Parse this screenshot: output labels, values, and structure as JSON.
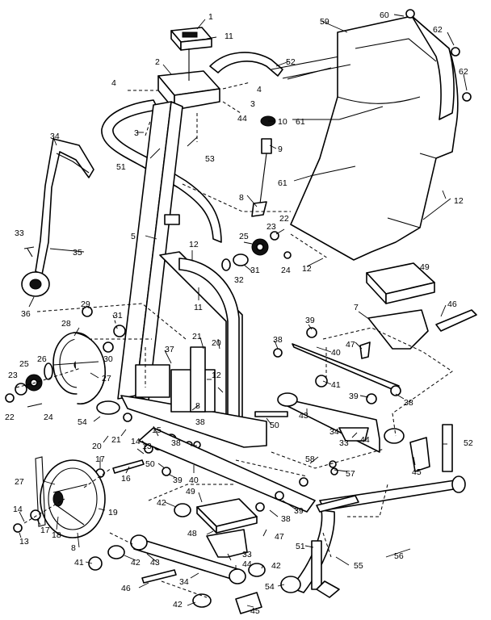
{
  "callouts": [
    "1",
    "2",
    "3",
    "3",
    "4",
    "4",
    "4",
    "4",
    "5",
    "7",
    "8",
    "8",
    "8",
    "9",
    "10",
    "11",
    "11",
    "12",
    "12",
    "12",
    "12",
    "13",
    "13",
    "14",
    "14",
    "15",
    "16",
    "17",
    "17",
    "18",
    "19",
    "20",
    "20",
    "21",
    "21",
    "22",
    "22",
    "23",
    "23",
    "24",
    "24",
    "25",
    "25",
    "26",
    "27",
    "27",
    "28",
    "29",
    "30",
    "31",
    "31",
    "32",
    "33",
    "33",
    "33",
    "34",
    "34",
    "34",
    "35",
    "36",
    "37",
    "38",
    "38",
    "38",
    "38",
    "38",
    "39",
    "39",
    "39",
    "39",
    "40",
    "40",
    "41",
    "41",
    "42",
    "42",
    "42",
    "42",
    "43",
    "43",
    "44",
    "44",
    "45",
    "45",
    "46",
    "46",
    "47",
    "47",
    "48",
    "49",
    "49",
    "50",
    "50",
    "51",
    "51",
    "52",
    "52",
    "53",
    "54",
    "54",
    "55",
    "56",
    "57",
    "58",
    "59",
    "60",
    "61",
    "61",
    "62",
    "62"
  ]
}
